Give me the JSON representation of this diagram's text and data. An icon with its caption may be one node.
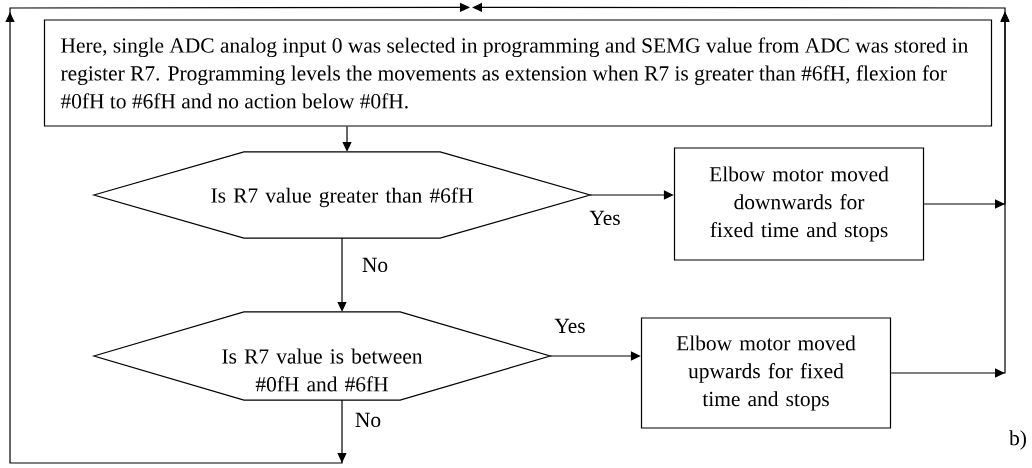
{
  "diagram": {
    "nodes": [
      {
        "text": [
          "Here, single ADC analog input 0 was selected in programming and SEMG value from ADC was stored in register R7. Programming levels the movements as extension when R7 is greater than #6fH, flexion for #0fH to #6fH and no action below #0fH."
        ]
      },
      {
        "text": [
          "Is R7 value greater than #6fH"
        ]
      },
      {
        "text": [
          "Elbow motor moved downwards for fixed time and stops"
        ]
      },
      {
        "text": [
          "Is R7 value is between #0fH and #6fH"
        ]
      },
      {
        "text": [
          "Elbow motor moved upwards for fixed time and stops"
        ]
      }
    ],
    "edges": [
      {
        "from": 0,
        "to": 1,
        "arrow": "to"
      },
      {
        "from": 1,
        "to": 2,
        "arrow": "to",
        "label": "Yes"
      },
      {
        "from": 1,
        "to": 3,
        "arrow": "to",
        "label": "No"
      },
      {
        "from": 3,
        "to": 4,
        "arrow": "to",
        "label": "Yes"
      },
      {
        "from": 3,
        "to": 0,
        "arrow": "to",
        "label": "No"
      },
      {
        "from": 2,
        "to": 0,
        "arrow": "to"
      },
      {
        "from": 4,
        "to": 0,
        "arrow": "to"
      }
    ],
    "labels": [
      "b)"
    ]
  }
}
